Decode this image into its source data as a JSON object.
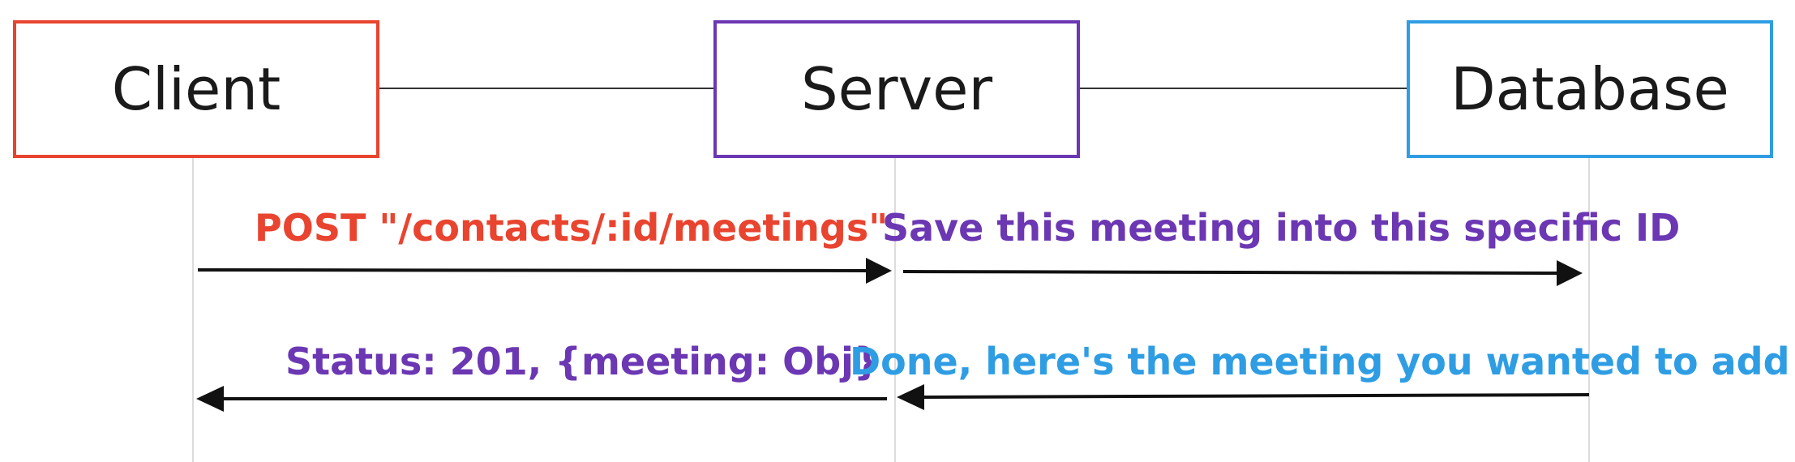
{
  "colors": {
    "client": "#e8442f",
    "server": "#6b37b3",
    "database": "#2f9de3",
    "line": "#111111",
    "lifeline": "#dcdcdc"
  },
  "participants": {
    "client": {
      "label": "Client"
    },
    "server": {
      "label": "Server"
    },
    "database": {
      "label": "Database"
    }
  },
  "messages": [
    {
      "from": "client",
      "to": "server",
      "label": "POST \"/contacts/:id/meetings\"",
      "color": "#e8442f"
    },
    {
      "from": "server",
      "to": "database",
      "label": "Save this meeting into this specific ID",
      "color": "#6b37b3"
    },
    {
      "from": "server",
      "to": "client",
      "label": "Status: 201, {meeting: Obj}",
      "color": "#6b37b3"
    },
    {
      "from": "database",
      "to": "server",
      "label": "Done, here's the meeting you wanted to add",
      "color": "#2f9de3"
    }
  ]
}
